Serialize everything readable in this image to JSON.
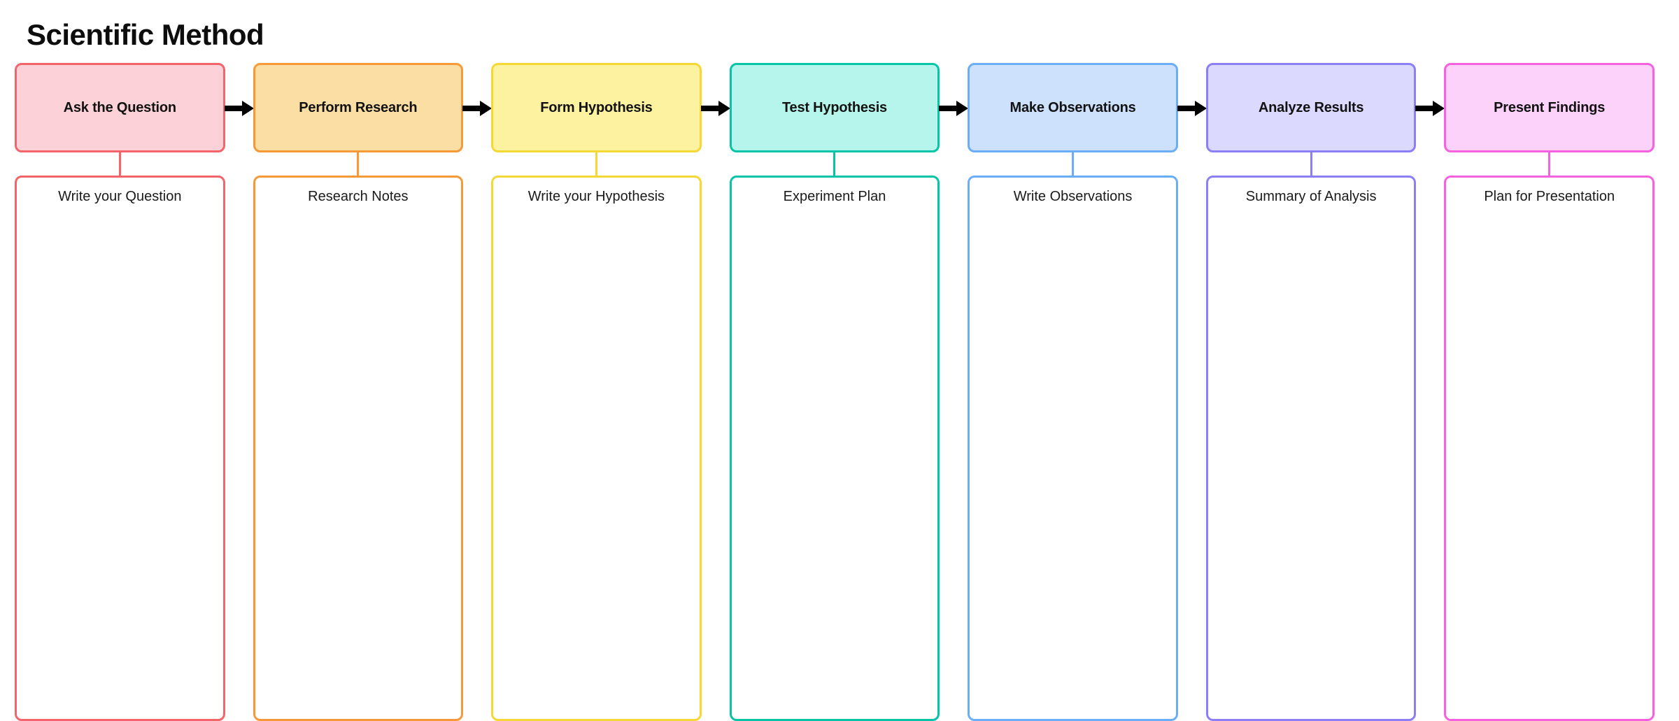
{
  "page": {
    "title": "Scientific Method",
    "background_color": "#ffffff"
  },
  "flow": {
    "arrow_icon": "arrow-right-icon",
    "arrow_color": "#000000",
    "steps": [
      {
        "id": "ask-the-question",
        "label": "Ask the Question",
        "note_label": "Write your Question",
        "fill": "#FCD2D8",
        "border": "#F4656B"
      },
      {
        "id": "perform-research",
        "label": "Perform Research",
        "note_label": "Research Notes",
        "fill": "#FBDEA4",
        "border": "#F89938"
      },
      {
        "id": "form-hypothesis",
        "label": "Form Hypothesis",
        "note_label": "Write your Hypothesis",
        "fill": "#FCF2A0",
        "border": "#F5D835"
      },
      {
        "id": "test-hypothesis",
        "label": "Test Hypothesis",
        "note_label": "Experiment Plan",
        "fill": "#B6F5EB",
        "border": "#06C4A8"
      },
      {
        "id": "make-observations",
        "label": "Make Observations",
        "note_label": "Write Observations",
        "fill": "#CDE0FC",
        "border": "#6AAEF7"
      },
      {
        "id": "analyze-results",
        "label": "Analyze Results",
        "note_label": "Summary of Analysis",
        "fill": "#DBD9FD",
        "border": "#8C7FF5"
      },
      {
        "id": "present-findings",
        "label": "Present Findings",
        "note_label": "Plan for Presentation",
        "fill": "#FCD2FA",
        "border": "#F561DE"
      }
    ]
  }
}
